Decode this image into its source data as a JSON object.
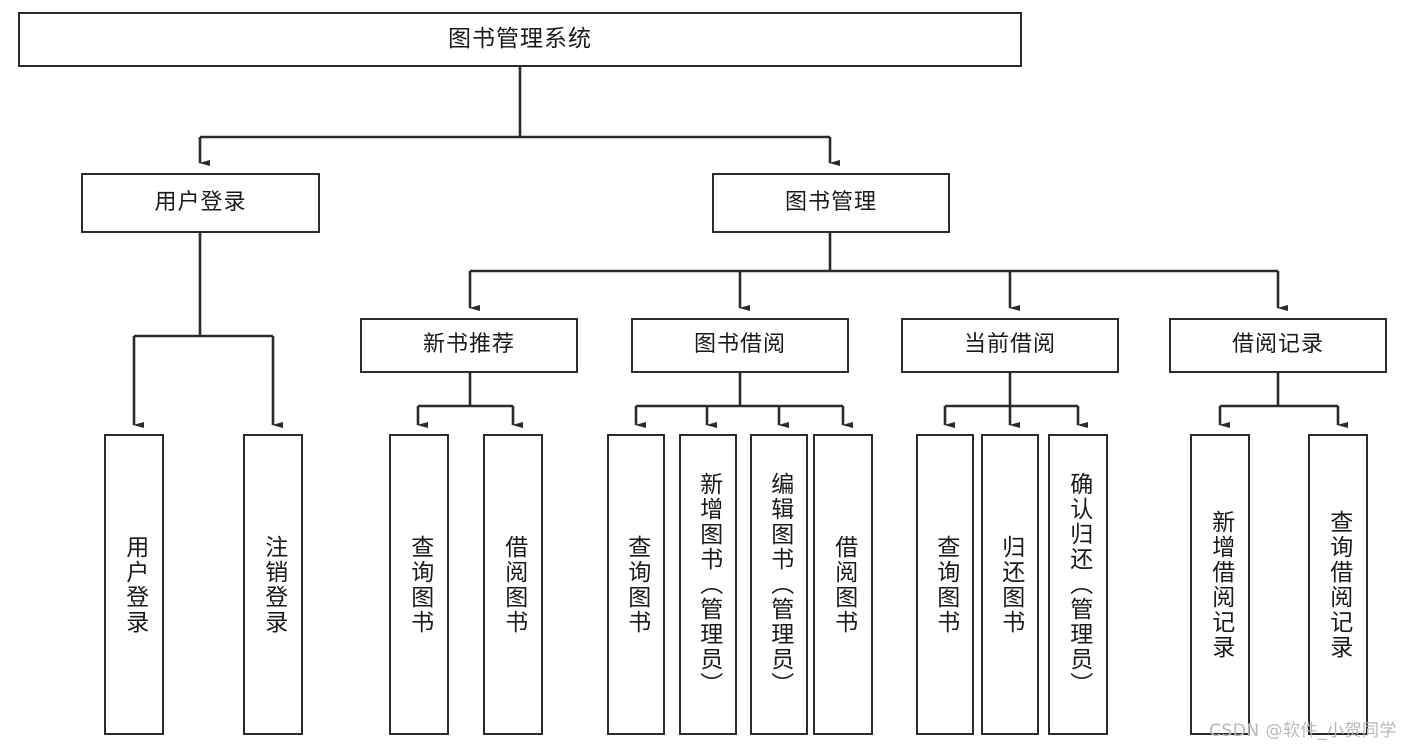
{
  "diagram": {
    "type": "tree",
    "title": "图书管理系统",
    "root": {
      "label": "图书管理系统"
    },
    "level1": [
      {
        "label": "用户登录"
      },
      {
        "label": "图书管理"
      }
    ],
    "level2": [
      {
        "label": "新书推荐"
      },
      {
        "label": "图书借阅"
      },
      {
        "label": "当前借阅"
      },
      {
        "label": "借阅记录"
      }
    ],
    "leaves": {
      "user_login": [
        {
          "label": "用户登录"
        },
        {
          "label": "注销登录"
        }
      ],
      "new_book": [
        {
          "label": "查询图书"
        },
        {
          "label": "借阅图书"
        }
      ],
      "borrow_book": [
        {
          "label": "查询图书"
        },
        {
          "label": "新增图书（管理员）"
        },
        {
          "label": "编辑图书（管理员）"
        },
        {
          "label": "借阅图书"
        }
      ],
      "current_borrow": [
        {
          "label": "查询图书"
        },
        {
          "label": "归还图书"
        },
        {
          "label": "确认归还（管理员）"
        }
      ],
      "borrow_record": [
        {
          "label": "新增借阅记录"
        },
        {
          "label": "查询借阅记录"
        }
      ]
    }
  },
  "watermark": {
    "text": "CSDN @软件_小贺同学"
  },
  "colors": {
    "stroke": "#2b2b2b",
    "text": "#1a1a1a",
    "background": "#ffffff",
    "watermark": "#b9b9b9"
  }
}
